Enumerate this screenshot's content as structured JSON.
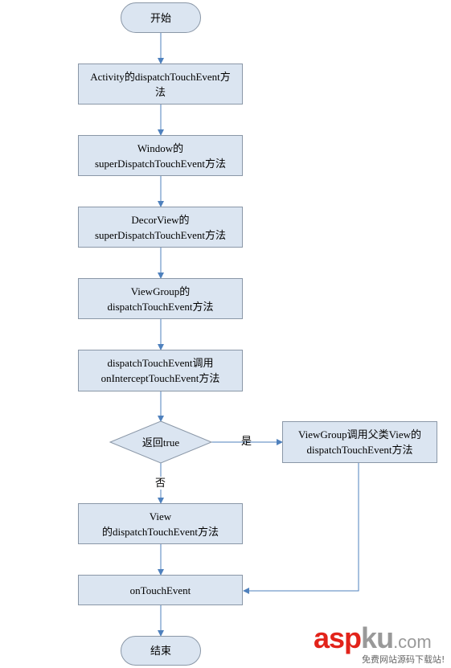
{
  "flowchart": {
    "start": "开始",
    "step1": [
      "Activity的dispatchTouchEvent方",
      "法"
    ],
    "step2": [
      "Window的",
      "superDispatchTouchEvent方法"
    ],
    "step3": [
      "DecorView的",
      "superDispatchTouchEvent方法"
    ],
    "step4": [
      "ViewGroup的",
      "dispatchTouchEvent方法"
    ],
    "step5": [
      "dispatchTouchEvent调用",
      "onInterceptTouchEvent方法"
    ],
    "decision": "返回true",
    "yes_label": "是",
    "no_label": "否",
    "yes_branch": [
      "ViewGroup调用父类View的",
      "dispatchTouchEvent方法"
    ],
    "no_branch": [
      "View",
      "的dispatchTouchEvent方法"
    ],
    "on_touch_event": "onTouchEvent",
    "end": "结束"
  },
  "watermark": {
    "logo_red": "asp",
    "logo_gray": "ku",
    "logo_suffix": ".com",
    "tagline": "免费网站源码下载站!"
  },
  "colors": {
    "node_fill": "#dbe5f1",
    "node_border": "#8a97a7",
    "connector": "#4f81bd"
  }
}
